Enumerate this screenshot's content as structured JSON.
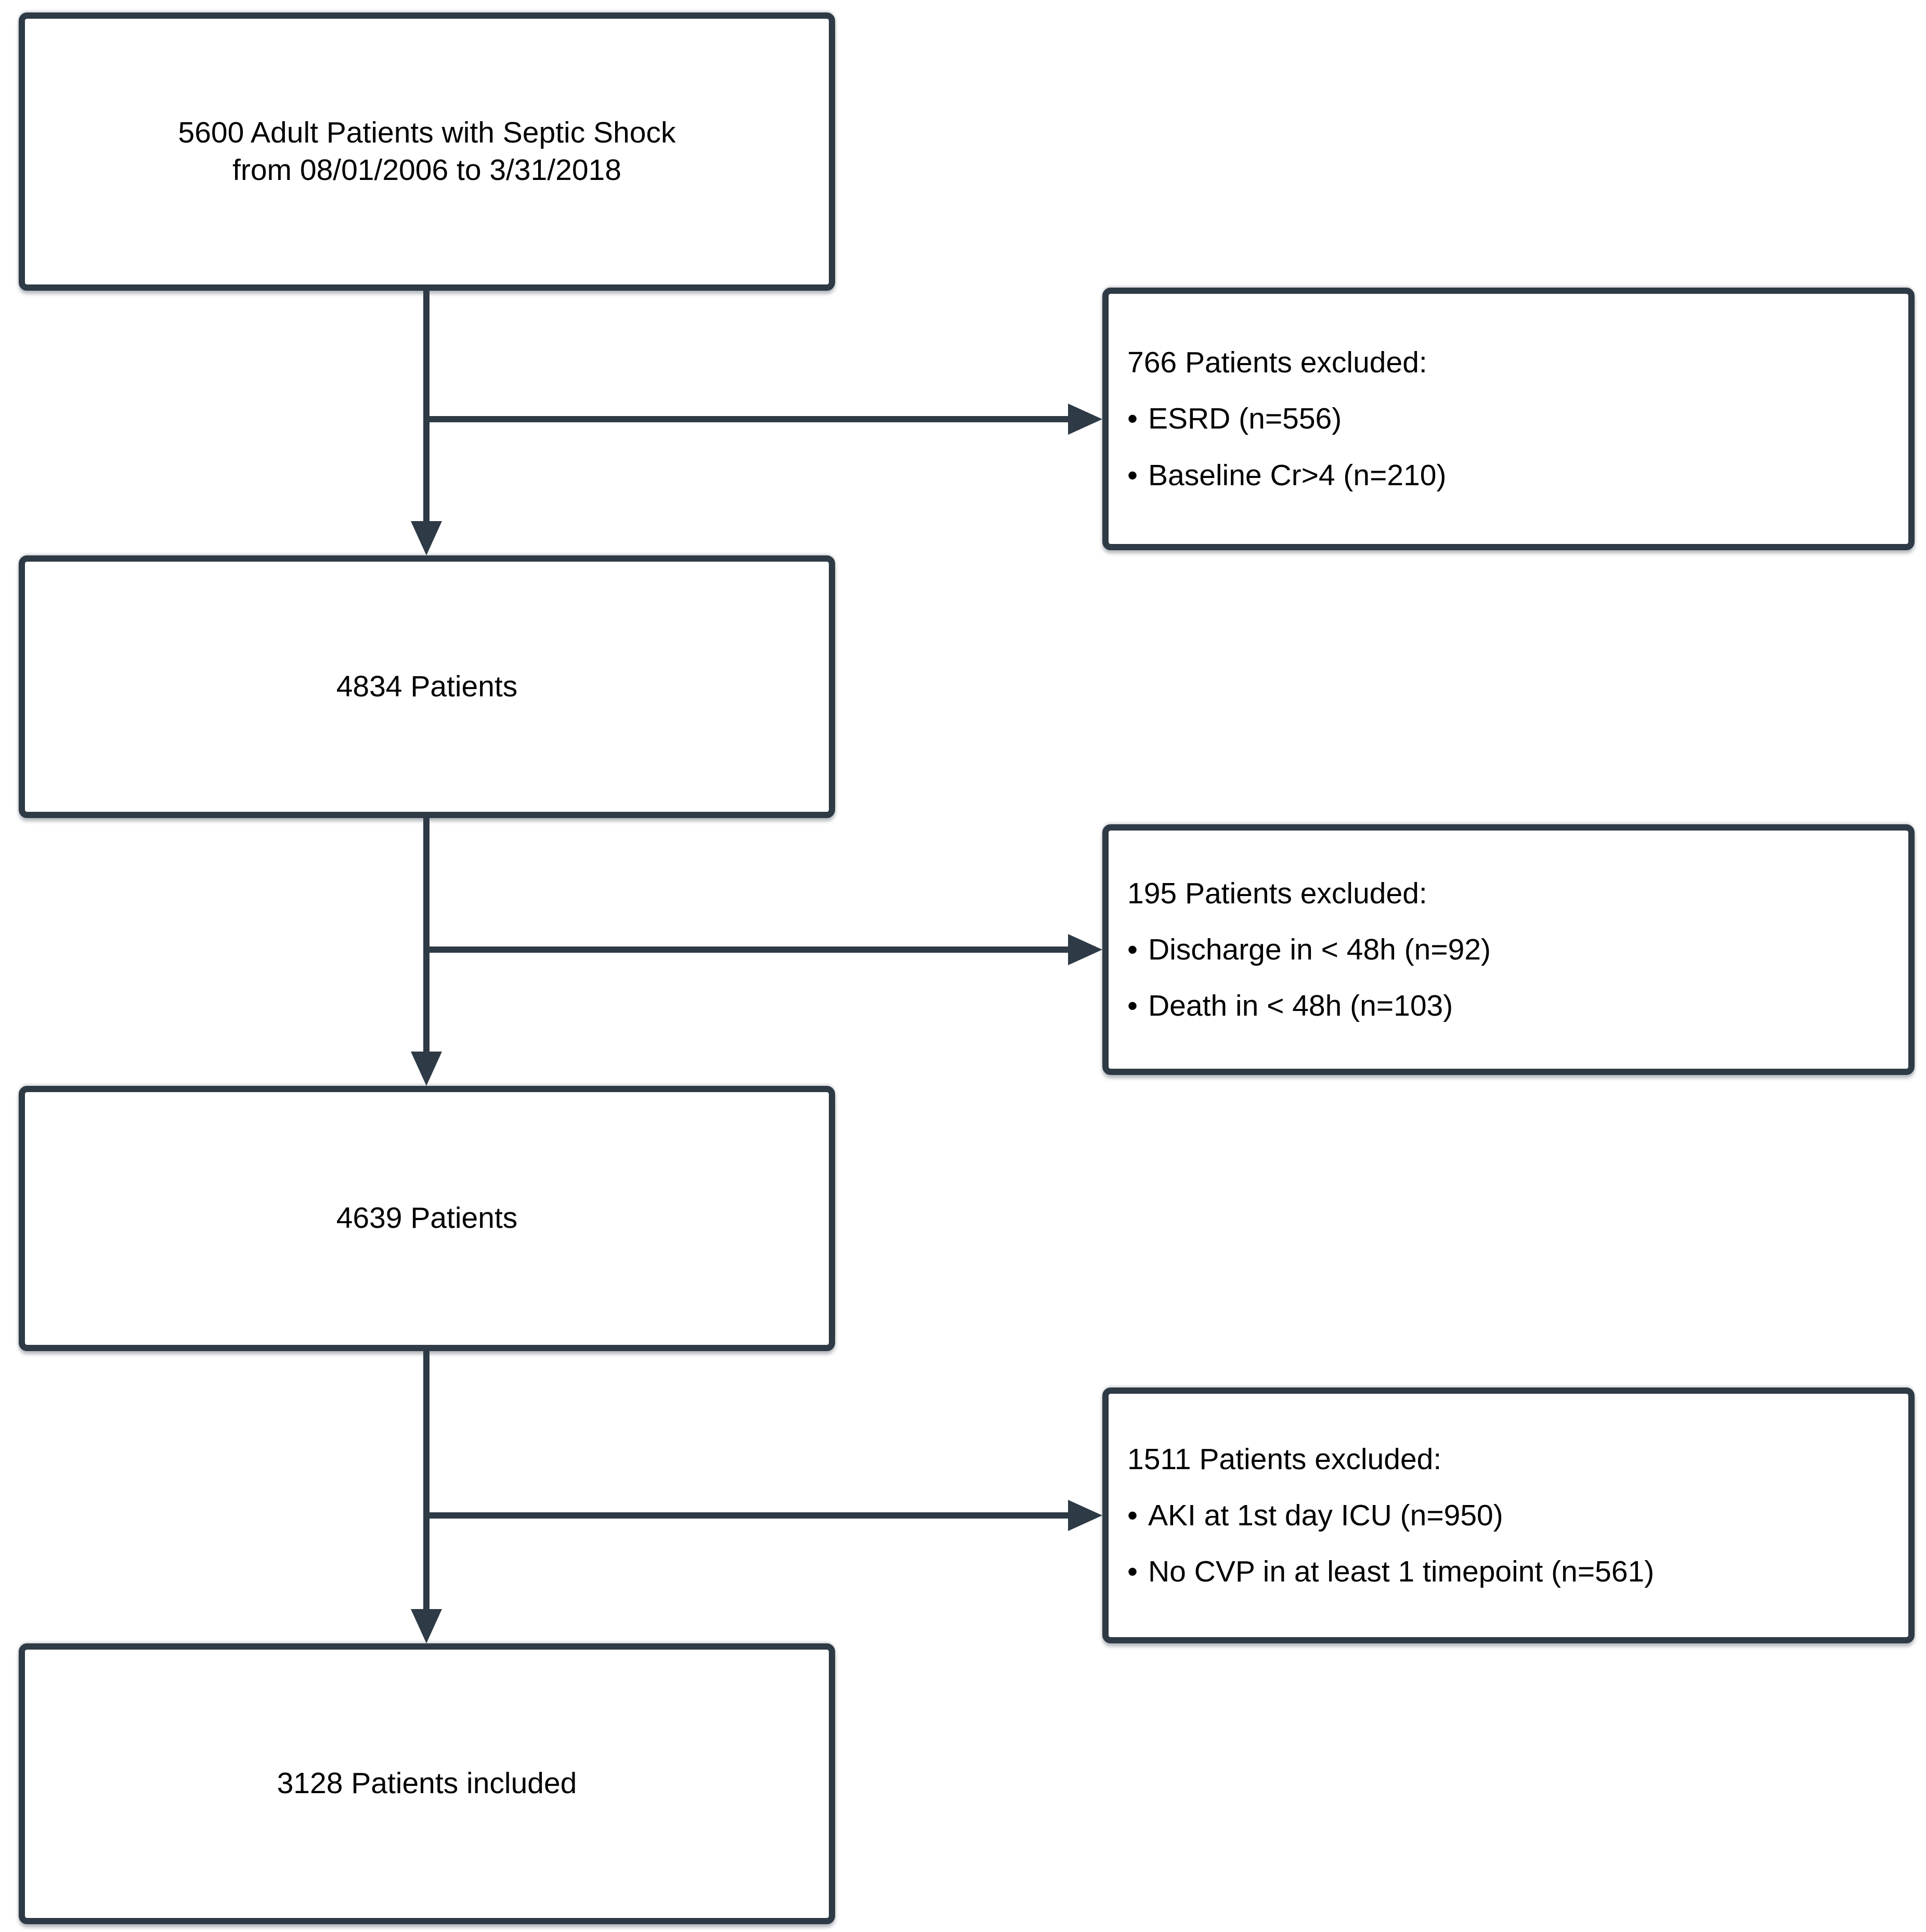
{
  "diagram": {
    "type": "patient-flow-chart",
    "bullet_char": "•",
    "colors": {
      "border_and_lines": "#2e3a45",
      "text": "#000000",
      "background": "#ffffff"
    },
    "main_boxes": [
      {
        "label_line1": "5600 Adult Patients with Septic Shock",
        "label_line2": "from 08/01/2006 to 3/31/2018"
      },
      {
        "label": "4834 Patients"
      },
      {
        "label": "4639 Patients"
      },
      {
        "label": "3128 Patients included"
      }
    ],
    "exclusion_boxes": [
      {
        "title": "766 Patients excluded:",
        "bullets": [
          "ESRD (n=556)",
          "Baseline Cr>4 (n=210)"
        ]
      },
      {
        "title": "195 Patients excluded:",
        "bullets": [
          "Discharge in < 48h (n=92)",
          "Death in < 48h (n=103)"
        ]
      },
      {
        "title": "1511 Patients excluded:",
        "bullets": [
          "AKI at 1st day ICU (n=950)",
          "No CVP in at least 1 timepoint (n=561)"
        ]
      }
    ]
  }
}
